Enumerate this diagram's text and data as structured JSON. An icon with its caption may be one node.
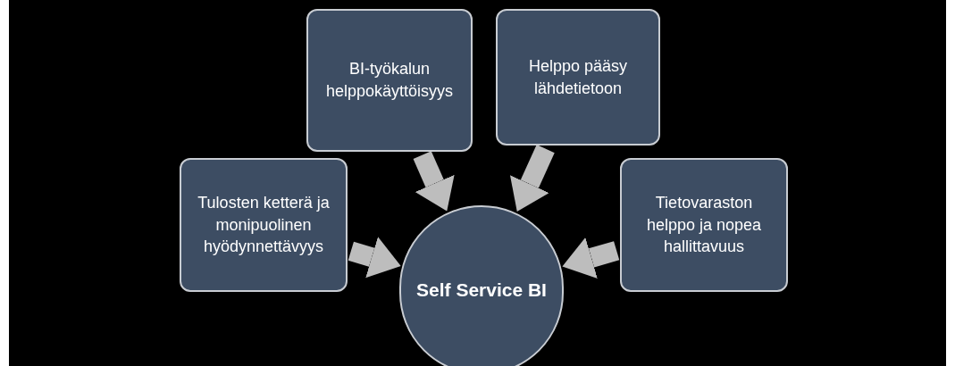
{
  "diagram": {
    "nodes": [
      {
        "text": [
          "BI-työkalun helppokäyttöisyys"
        ]
      },
      {
        "text": [
          "Helppo pääsy lähdetietoon"
        ]
      },
      {
        "text": [
          "Tulosten ketterä ja monipuolinen hyödynnettävyys"
        ]
      },
      {
        "text": [
          "Tietovaraston helppo ja nopea hallittavuus"
        ]
      },
      {
        "text": [
          "Self Service BI"
        ]
      }
    ],
    "edges": [
      {
        "from": 0,
        "to": 4,
        "arrow": "to"
      },
      {
        "from": 1,
        "to": 4,
        "arrow": "to"
      },
      {
        "from": 2,
        "to": 4,
        "arrow": "to"
      },
      {
        "from": 3,
        "to": 4,
        "arrow": "to"
      }
    ]
  }
}
